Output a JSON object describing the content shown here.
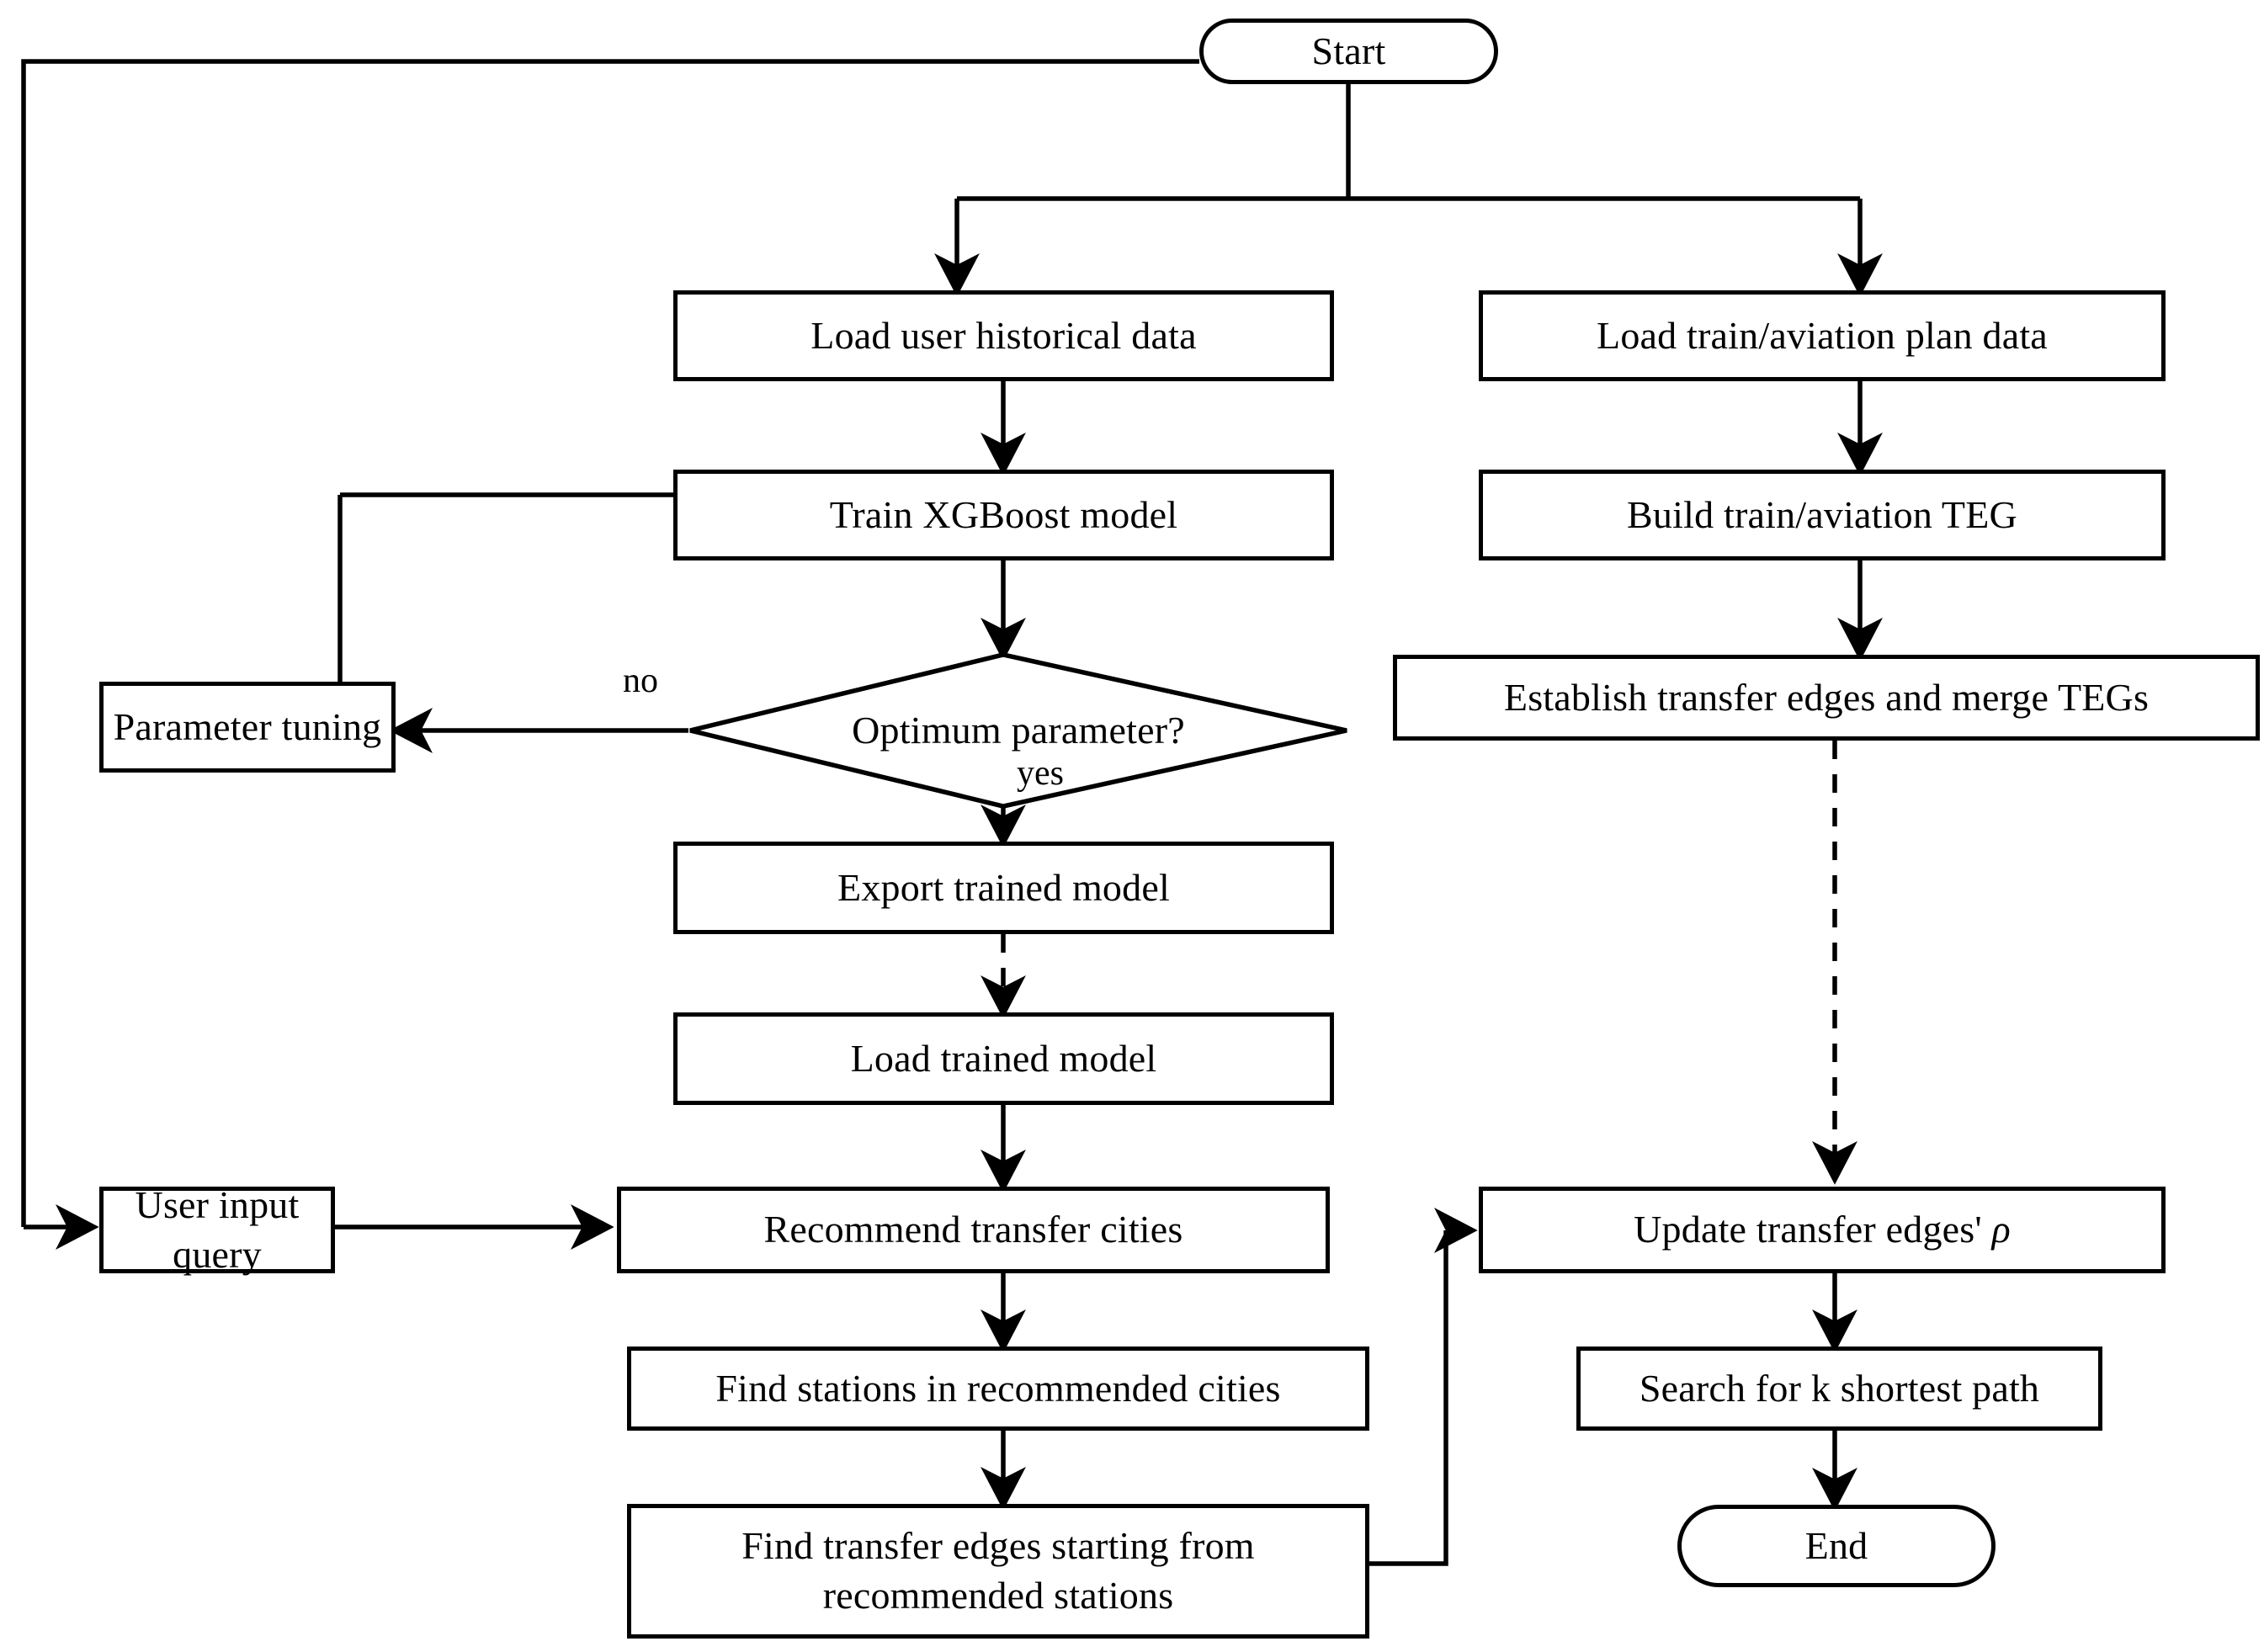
{
  "diagram": {
    "title": "XGBoost transfer-city recommendation and TEG k-shortest-path flowchart",
    "type": "flowchart",
    "orientation": "top-down",
    "colors": {
      "stroke": "#000000",
      "fill": "#ffffff",
      "text": "#000000"
    },
    "nodes": [
      {
        "id": "start",
        "label": "Start",
        "shape": "terminator"
      },
      {
        "id": "load_user",
        "label": "Load user historical data",
        "shape": "process"
      },
      {
        "id": "train_xgb",
        "label": "Train XGBoost model",
        "shape": "process"
      },
      {
        "id": "optimum",
        "label": "Optimum parameter?",
        "shape": "decision"
      },
      {
        "id": "param_tuning",
        "label": "Parameter tuning",
        "shape": "process"
      },
      {
        "id": "export_model",
        "label": "Export trained model",
        "shape": "process"
      },
      {
        "id": "load_model",
        "label": "Load trained model",
        "shape": "process"
      },
      {
        "id": "user_query",
        "label": "User input query",
        "shape": "process"
      },
      {
        "id": "recommend_cities",
        "label": "Recommend transfer cities",
        "shape": "process"
      },
      {
        "id": "find_stations",
        "label": "Find stations in recommended cities",
        "shape": "process"
      },
      {
        "id": "find_edges",
        "label": "Find transfer edges starting from\nrecommended stations",
        "shape": "process"
      },
      {
        "id": "load_plan",
        "label": "Load train/aviation plan data",
        "shape": "process"
      },
      {
        "id": "build_teg",
        "label": "Build train/aviation TEG",
        "shape": "process"
      },
      {
        "id": "establish_edges",
        "label": "Establish transfer edges and merge TEGs",
        "shape": "process"
      },
      {
        "id": "update_rho",
        "label": "Update transfer edges' ρ",
        "shape": "process"
      },
      {
        "id": "search_k",
        "label": "Search for k shortest path",
        "shape": "process"
      },
      {
        "id": "end",
        "label": "End",
        "shape": "terminator"
      }
    ],
    "edge_labels": {
      "no": "no",
      "yes": "yes"
    },
    "edges": [
      {
        "from": "start",
        "to": "load_user",
        "style": "solid",
        "label": ""
      },
      {
        "from": "start",
        "to": "load_plan",
        "style": "solid",
        "label": ""
      },
      {
        "from": "load_user",
        "to": "train_xgb",
        "style": "solid",
        "label": ""
      },
      {
        "from": "train_xgb",
        "to": "optimum",
        "style": "solid",
        "label": ""
      },
      {
        "from": "optimum",
        "to": "param_tuning",
        "style": "solid",
        "label": "no"
      },
      {
        "from": "param_tuning",
        "to": "train_xgb",
        "style": "solid",
        "label": ""
      },
      {
        "from": "optimum",
        "to": "export_model",
        "style": "solid",
        "label": "yes"
      },
      {
        "from": "export_model",
        "to": "load_model",
        "style": "dashed",
        "label": ""
      },
      {
        "from": "load_model",
        "to": "recommend_cities",
        "style": "solid",
        "label": ""
      },
      {
        "from": "user_query",
        "to": "recommend_cities",
        "style": "solid",
        "label": ""
      },
      {
        "from": "start",
        "to": "user_query",
        "style": "solid",
        "label": ""
      },
      {
        "from": "recommend_cities",
        "to": "find_stations",
        "style": "solid",
        "label": ""
      },
      {
        "from": "find_stations",
        "to": "find_edges",
        "style": "solid",
        "label": ""
      },
      {
        "from": "find_edges",
        "to": "update_rho",
        "style": "solid",
        "label": ""
      },
      {
        "from": "load_plan",
        "to": "build_teg",
        "style": "solid",
        "label": ""
      },
      {
        "from": "build_teg",
        "to": "establish_edges",
        "style": "solid",
        "label": ""
      },
      {
        "from": "establish_edges",
        "to": "update_rho",
        "style": "dashed",
        "label": ""
      },
      {
        "from": "update_rho",
        "to": "search_k",
        "style": "solid",
        "label": ""
      },
      {
        "from": "search_k",
        "to": "end",
        "style": "solid",
        "label": ""
      }
    ]
  }
}
